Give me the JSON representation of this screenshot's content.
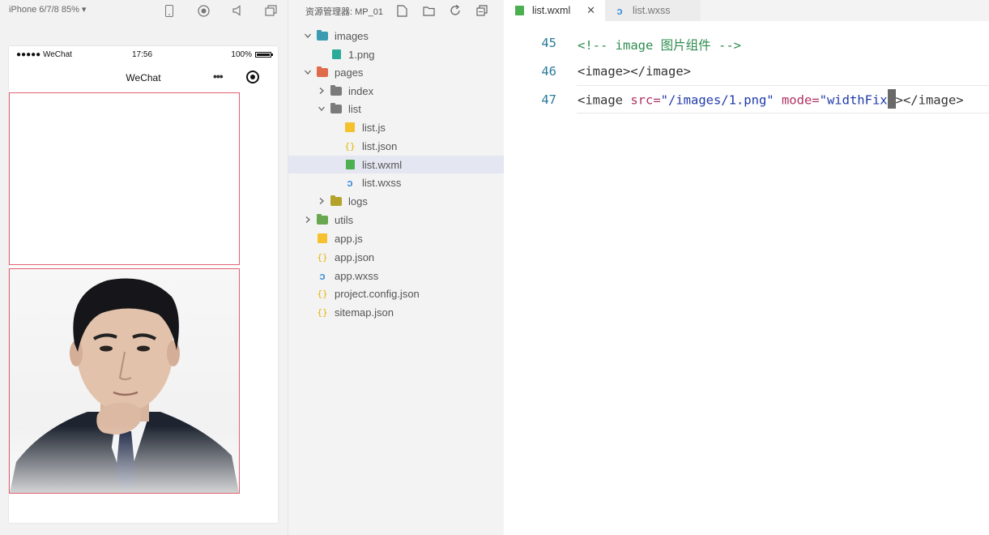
{
  "simulator": {
    "device_label": "iPhone 6/7/8 85% ▾",
    "statusbar": {
      "carrier": "●●●●● WeChat",
      "time": "17:56",
      "battery": "100%"
    },
    "navbar": {
      "title": "WeChat",
      "more": "•••"
    }
  },
  "explorer": {
    "title": "资源管理器: MP_01",
    "tree": [
      {
        "label": "images",
        "depth": 0,
        "type": "folder",
        "color": "#3a9bb1",
        "open": true
      },
      {
        "label": "1.png",
        "depth": 1,
        "type": "png"
      },
      {
        "label": "pages",
        "depth": 0,
        "type": "folder",
        "color": "#e06a4c",
        "open": true
      },
      {
        "label": "index",
        "depth": 1,
        "type": "folder",
        "color": "#7b7b7b",
        "open": false
      },
      {
        "label": "list",
        "depth": 1,
        "type": "folder",
        "color": "#7b7b7b",
        "open": true
      },
      {
        "label": "list.js",
        "depth": 2,
        "type": "js"
      },
      {
        "label": "list.json",
        "depth": 2,
        "type": "json"
      },
      {
        "label": "list.wxml",
        "depth": 2,
        "type": "wxml",
        "selected": true
      },
      {
        "label": "list.wxss",
        "depth": 2,
        "type": "wxss"
      },
      {
        "label": "logs",
        "depth": 1,
        "type": "folder",
        "color": "#b5a22a",
        "open": false
      },
      {
        "label": "utils",
        "depth": 0,
        "type": "folder",
        "color": "#6aa84f",
        "open": false
      },
      {
        "label": "app.js",
        "depth": 0,
        "type": "js"
      },
      {
        "label": "app.json",
        "depth": 0,
        "type": "json"
      },
      {
        "label": "app.wxss",
        "depth": 0,
        "type": "wxss"
      },
      {
        "label": "project.config.json",
        "depth": 0,
        "type": "json"
      },
      {
        "label": "sitemap.json",
        "depth": 0,
        "type": "json"
      }
    ]
  },
  "editor": {
    "tabs": [
      {
        "label": "list.wxml",
        "active": true,
        "close": "✕"
      },
      {
        "label": "list.wxss",
        "active": false
      }
    ],
    "lines": [
      {
        "no": "45",
        "comment": "<!-- image 图片组件 -->"
      },
      {
        "no": "46",
        "tag": "<image></image>"
      },
      {
        "no": "47",
        "open": "<image ",
        "attr1": "src=",
        "val1": "\"/images/1.png\"",
        "attr2": " mode=",
        "val2": "\"widthFix",
        "close": "></image>"
      }
    ]
  },
  "colors": {
    "selection": "#e4e6f1",
    "image_border": "#e06070",
    "comment": "#2e8b4f",
    "string": "#1f3aa8",
    "attr": "#b03060"
  }
}
